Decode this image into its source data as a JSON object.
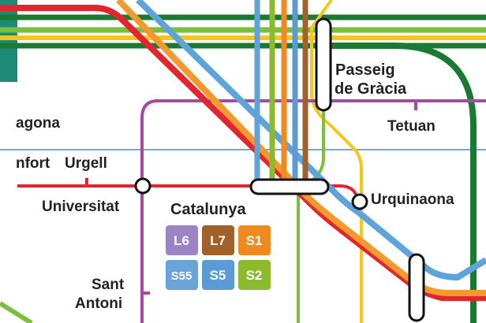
{
  "stations": {
    "passeig_gracia_line1": "Passeig",
    "passeig_gracia_line2": "de Gràcia",
    "tetuan": "Tetuan",
    "tarragona_partial": "agona",
    "monfort_partial": "nfort",
    "urgell": "Urgell",
    "universitat": "Universitat",
    "catalunya": "Catalunya",
    "urquinaona": "Urquinaona",
    "sant_antoni_line1": "Sant",
    "sant_antoni_line2": "Antoni"
  },
  "catalunya_lines": [
    {
      "label": "L6",
      "color": "#9b84c4"
    },
    {
      "label": "L7",
      "color": "#a0622a"
    },
    {
      "label": "S1",
      "color": "#f08a1e"
    },
    {
      "label": "S55",
      "color": "#6ba3d6"
    },
    {
      "label": "S5",
      "color": "#5b9bd5"
    },
    {
      "label": "S2",
      "color": "#8db92e"
    }
  ],
  "line_colors": {
    "dark_green": "#1a7a32",
    "light_green": "#7bbf3c",
    "yellow": "#f7c61b",
    "red": "#e3262e",
    "orange": "#f39a2e",
    "blue": "#5ea4db",
    "purple": "#a34aa6",
    "brown": "#a0622a",
    "teal": "#1d8a78",
    "thin_blue": "#3c8fd1"
  }
}
